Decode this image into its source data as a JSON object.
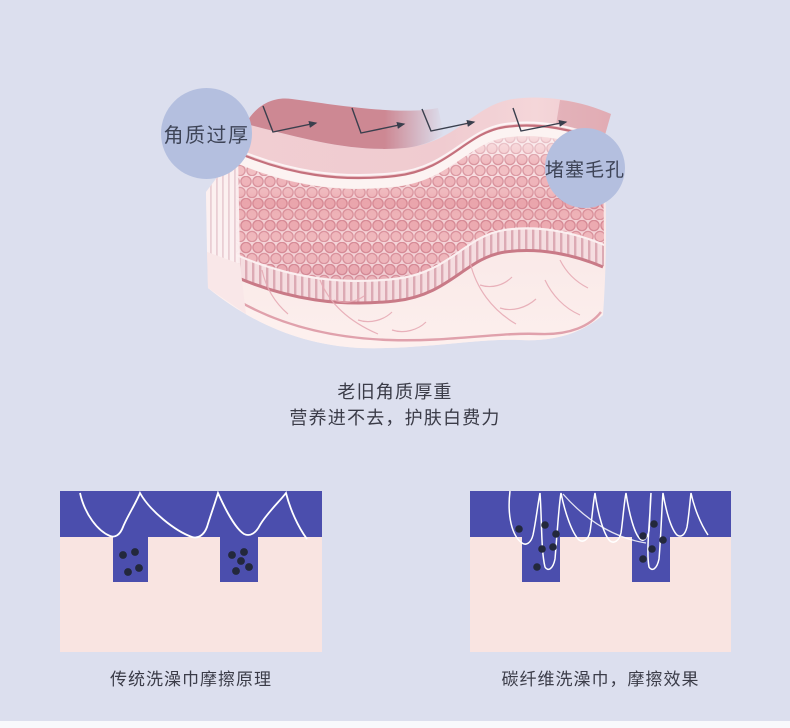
{
  "colors": {
    "bg": "#dcdfee",
    "badge": "#b4bfdf",
    "badge_text": "#3e4457",
    "text": "#3b3c48",
    "blue": "#4b4ead",
    "pink": "#f9e4e1",
    "dot": "#23283c",
    "fiber": "#ffffff",
    "arrow": "#3a3f4d"
  },
  "illustration": {
    "badge_left": "角质过厚",
    "badge_right": "堵塞毛孔"
  },
  "caption": {
    "line1": "老旧角质厚重",
    "line2": "营养进不去，护肤白费力"
  },
  "diagrams": {
    "left": {
      "label": "传统洗澡巾摩擦原理"
    },
    "right": {
      "label": "碳纤维洗澡巾，摩擦效果"
    }
  }
}
